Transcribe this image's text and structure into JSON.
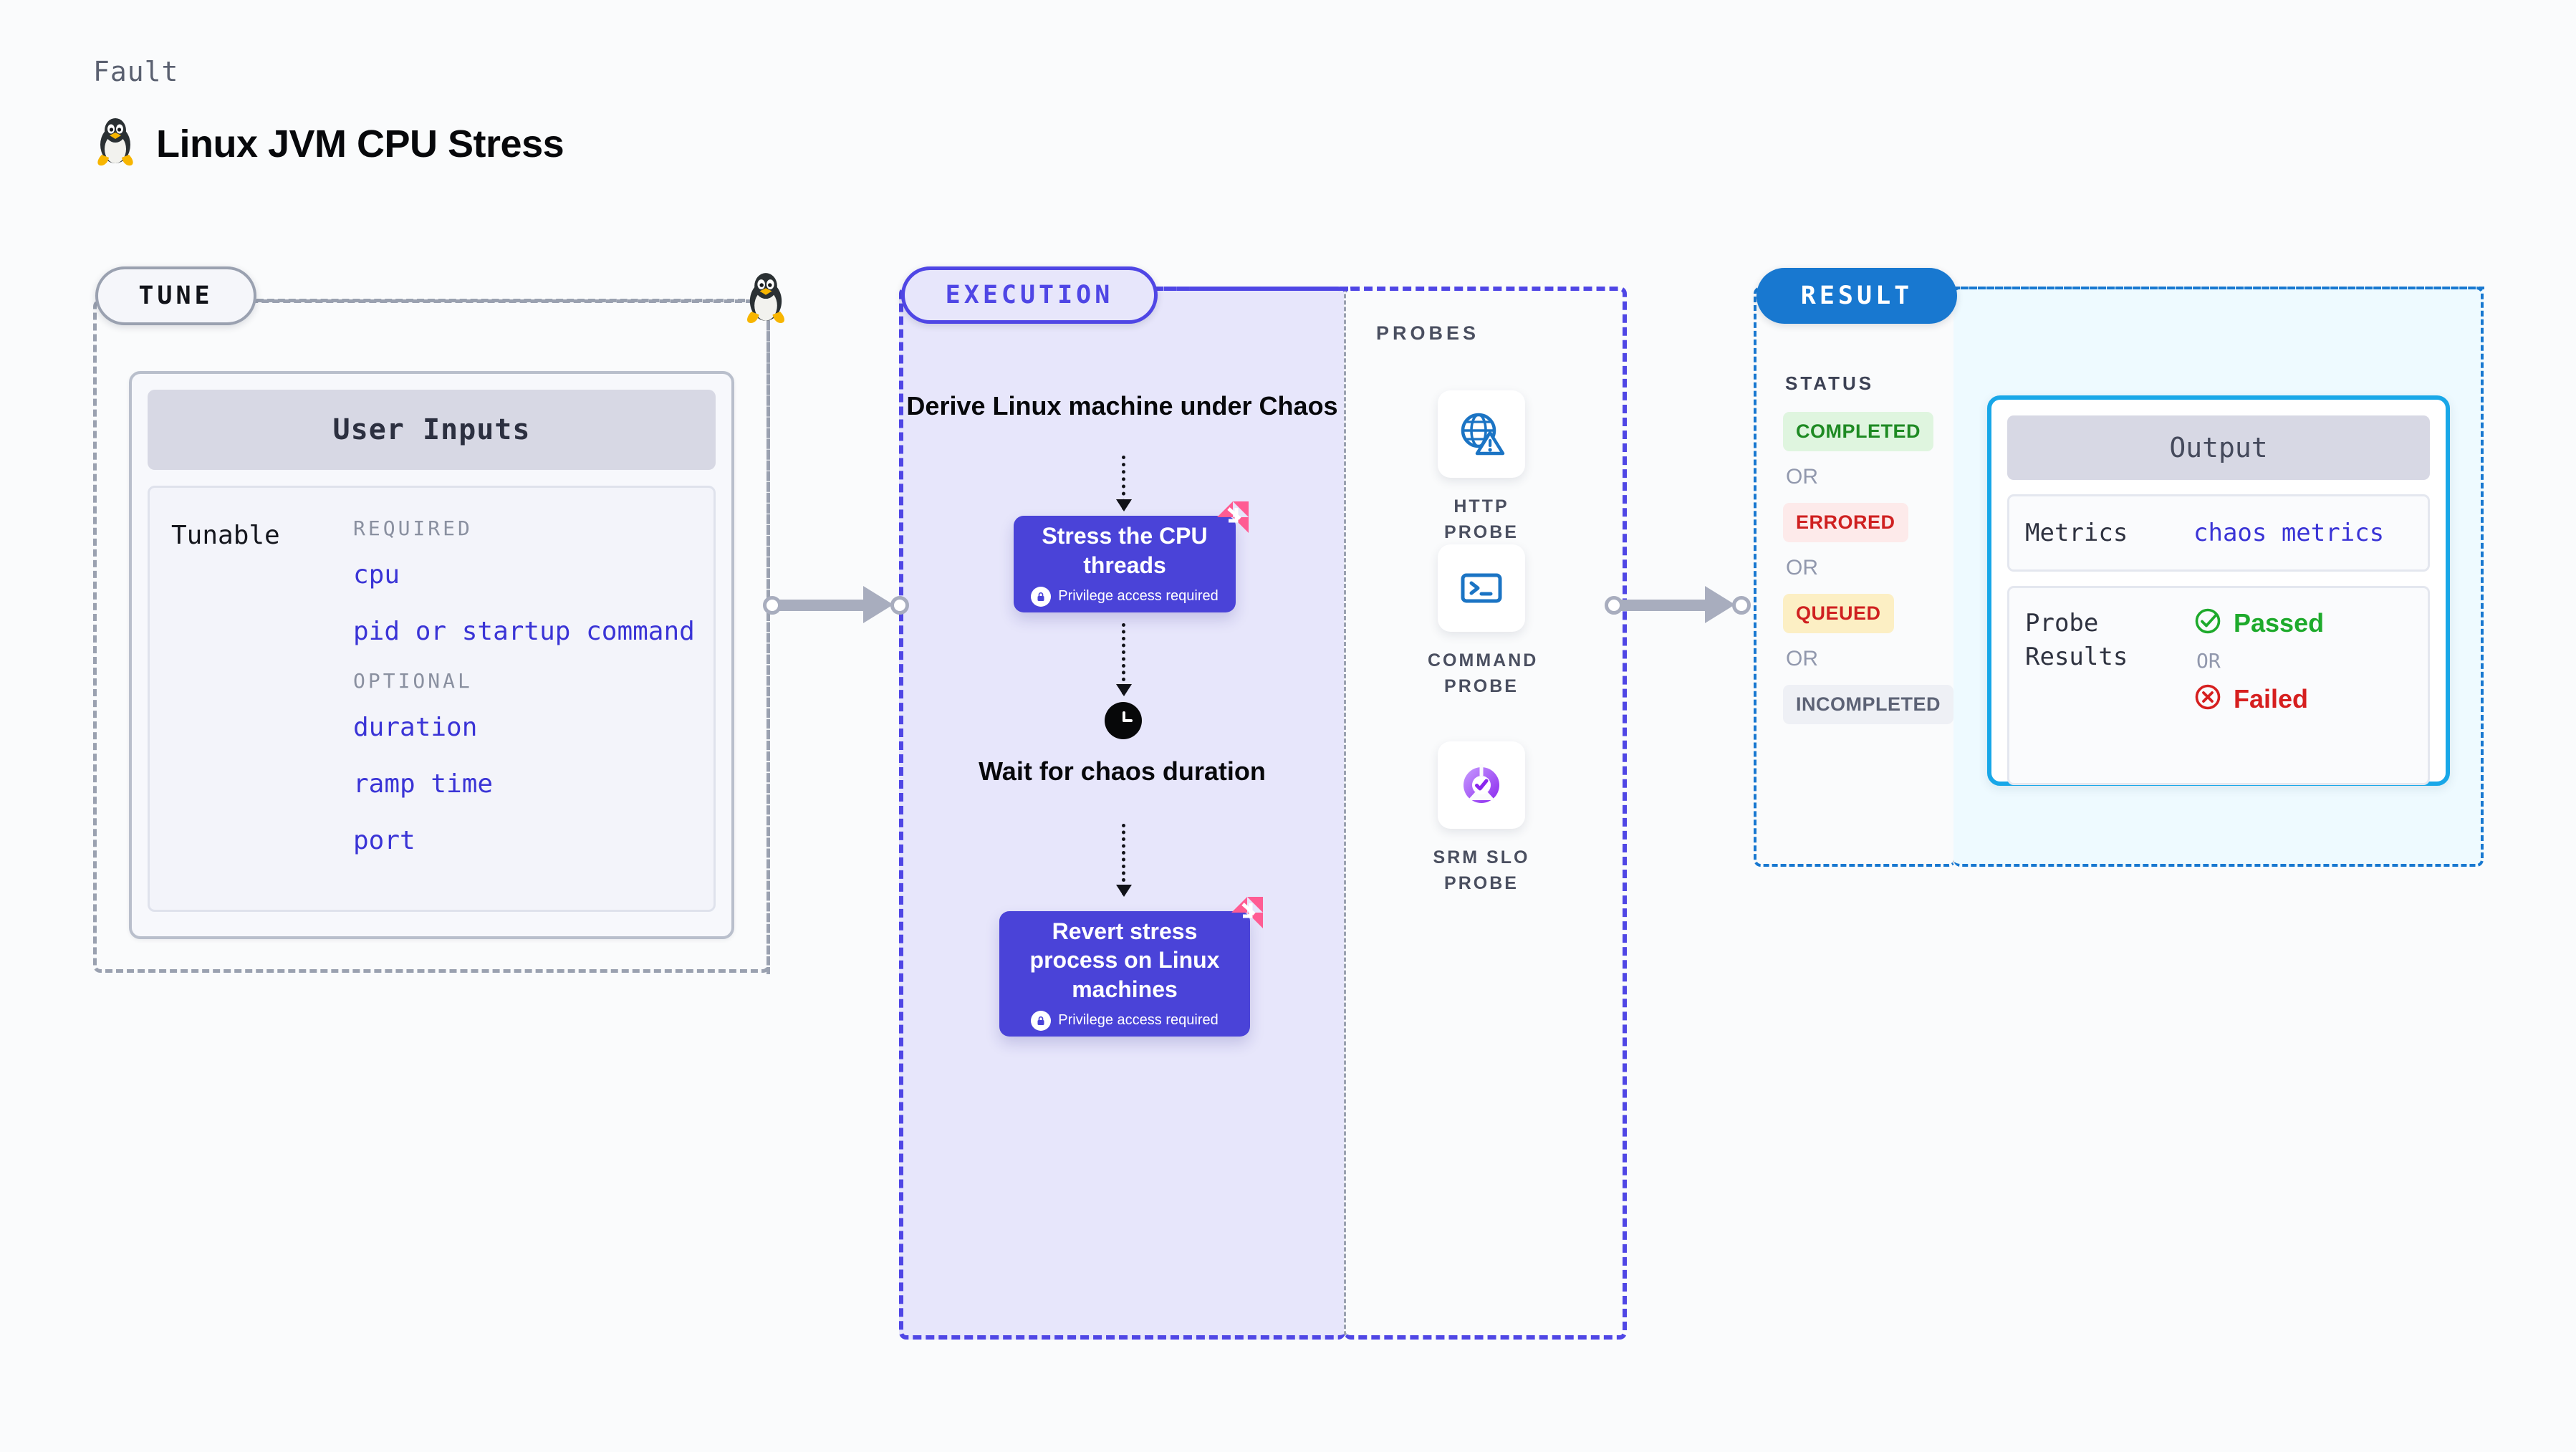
{
  "header": {
    "kicker": "Fault",
    "title": "Linux JVM CPU Stress",
    "icon": "linux-penguin-icon"
  },
  "sections": {
    "tune": {
      "pill_label": "TUNE"
    },
    "execution": {
      "pill_label": "EXECUTION"
    },
    "probes": {
      "title": "PROBES"
    },
    "result": {
      "pill_label": "RESULT",
      "status_title": "STATUS"
    }
  },
  "user_inputs": {
    "card_title": "User Inputs",
    "row_label": "Tunable",
    "required_label": "REQUIRED",
    "optional_label": "OPTIONAL",
    "required": [
      "cpu",
      "pid or startup command"
    ],
    "optional": [
      "duration",
      "ramp time",
      "port"
    ]
  },
  "execution_flow": {
    "step1_title": "Derive Linux machine under Chaos",
    "node1_title": "Stress the CPU threads",
    "node1_note": "Privilege access required",
    "wait_title": "Wait for chaos duration",
    "node2_title": "Revert stress process on Linux machines",
    "node2_note": "Privilege access required"
  },
  "probes": [
    {
      "label": "HTTP PROBE",
      "icon": "globe-warning-icon"
    },
    {
      "label": "COMMAND PROBE",
      "icon": "terminal-icon"
    },
    {
      "label": "SRM SLO PROBE",
      "icon": "slo-donut-check-icon"
    }
  ],
  "statuses": [
    {
      "label": "COMPLETED",
      "class": "st-completed"
    },
    {
      "label": "ERRORED",
      "class": "st-errored"
    },
    {
      "label": "QUEUED",
      "class": "st-queued"
    },
    {
      "label": "INCOMPLETED",
      "class": "st-incompleted"
    }
  ],
  "or_label": "OR",
  "output": {
    "card_title": "Output",
    "metrics_key": "Metrics",
    "metrics_value": "chaos metrics",
    "probe_results_key": "Probe Results",
    "passed_label": "Passed",
    "failed_label": "Failed"
  },
  "colors": {
    "execution_accent": "#4f46e5",
    "result_accent": "#1878d0",
    "output_accent": "#18a7e8",
    "node_fill": "#4a43d8",
    "tunable_link": "#3a34d6",
    "harness_pink": "#ff5c93",
    "passed_green": "#1eaa2c",
    "failed_red": "#d61f1f"
  }
}
